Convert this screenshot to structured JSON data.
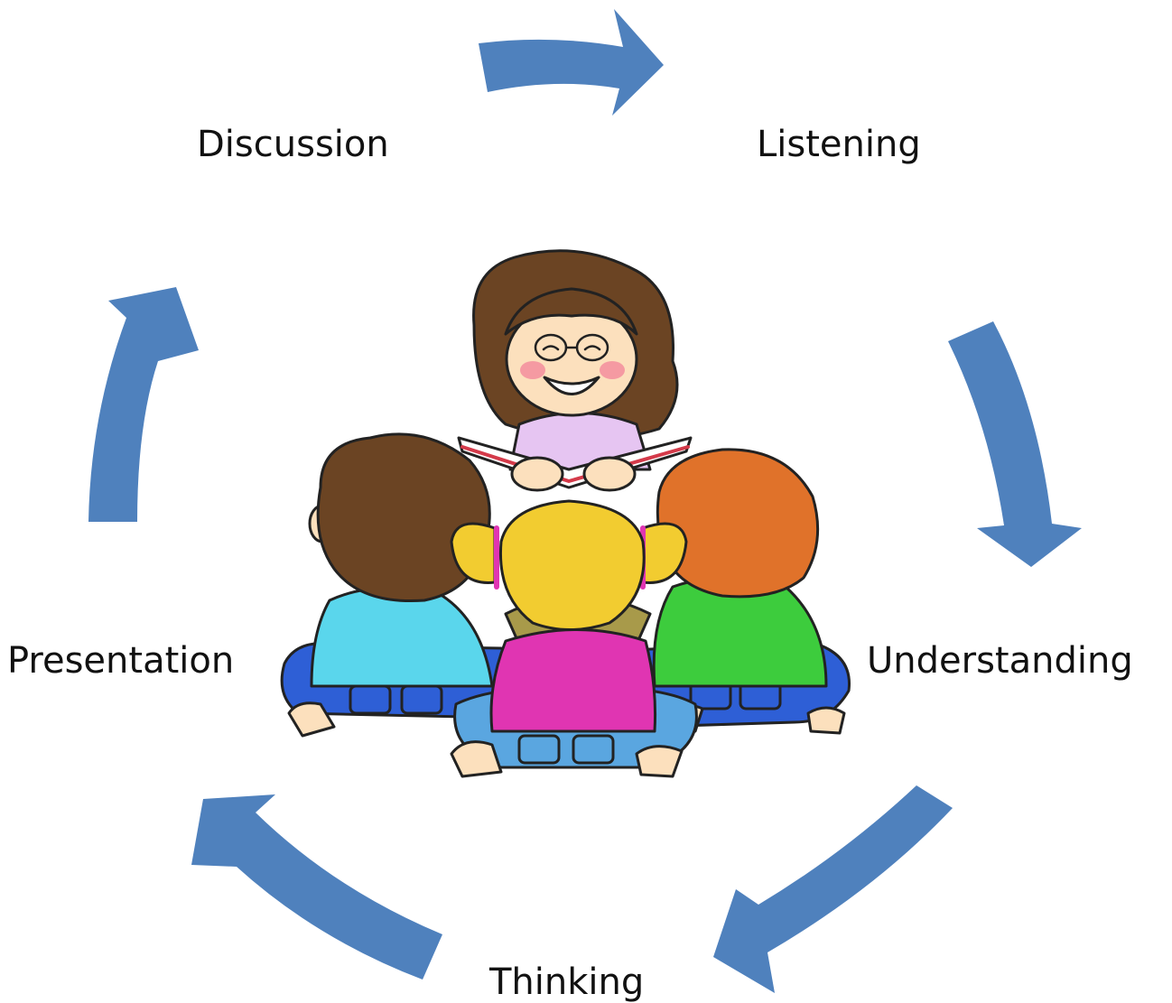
{
  "cycle": {
    "stages": [
      {
        "label": "Discussion"
      },
      {
        "label": "Listening"
      },
      {
        "label": "Understanding"
      },
      {
        "label": "Thinking"
      },
      {
        "label": "Presentation"
      }
    ],
    "arrow_color": "#4f81bd"
  },
  "illustration": {
    "icon": "teacher-reading-to-children-illustration",
    "colors": {
      "teacher_hair": "#6b4423",
      "teacher_shirt": "#e6c5f2",
      "child_left_shirt": "#5ad6ec",
      "child_middle_shirt": "#e035b2",
      "child_right_shirt": "#3dcc3d",
      "child_right_hair": "#e0722a",
      "child_middle_hair": "#f2cc30",
      "pants": "#2e5fd6"
    }
  }
}
